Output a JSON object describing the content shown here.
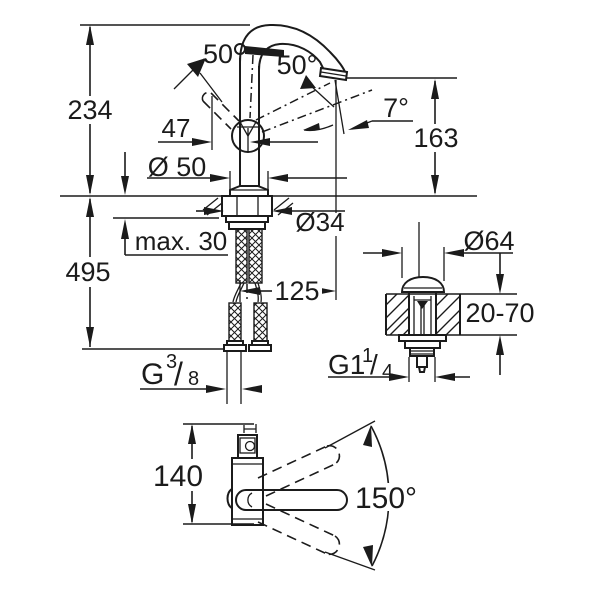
{
  "drawing": {
    "title": "faucet-dimension-drawing",
    "colors": {
      "line": "#1b1b1b",
      "background": "#ffffff"
    },
    "labels": {
      "lever_length": "50",
      "swivel_angle": "50°",
      "height_top": "234",
      "lever_offset": "47",
      "spout_tilt_angle": "7°",
      "outlet_height": "163",
      "base_diameter": "Ø 50",
      "shank_diameter": "Ø34",
      "max_deck_thickness": "max. 30",
      "total_height": "495",
      "spout_projection": "125",
      "waste_flange_diameter": "Ø64",
      "deck_thickness_range": "20-70",
      "body_length": "140",
      "handle_swing_angle": "150°",
      "supply_thread": {
        "main": "G",
        "numerator": "3",
        "slash": "/",
        "denominator": "8"
      },
      "waste_thread": {
        "main": "G1",
        "numerator": "1",
        "slash": "/",
        "denominator": "4"
      }
    }
  }
}
